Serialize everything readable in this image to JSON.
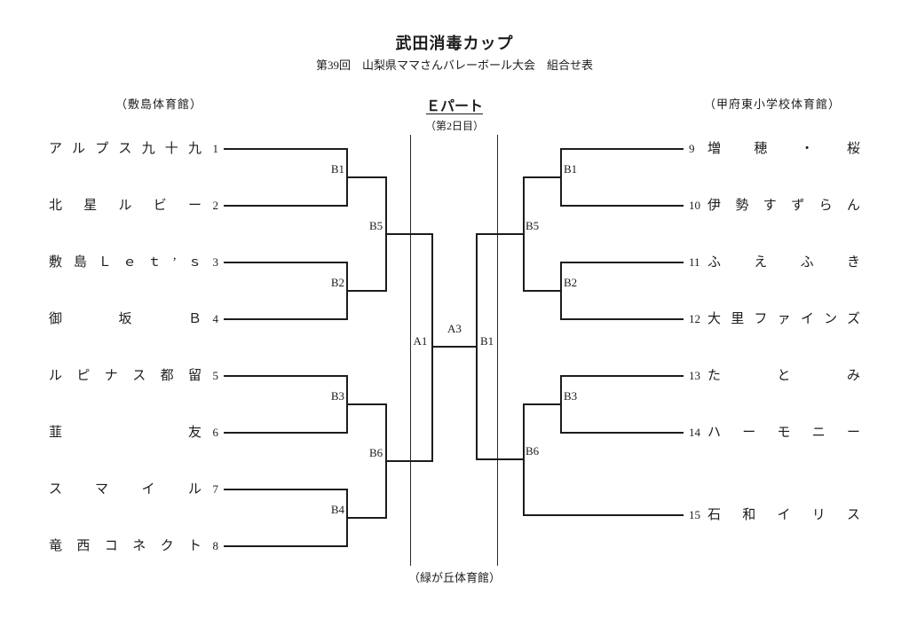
{
  "header": {
    "title": "武田消毒カップ",
    "subtitle": "第39回　山梨県ママさんバレーボール大会　組合せ表",
    "venue_left": "（敷島体育館）",
    "venue_right": "（甲府東小学校体育館）",
    "venue_bottom": "（緑が丘体育館）",
    "part_label": "Ｅパート",
    "day_label": "（第2日目）"
  },
  "teams_left": [
    {
      "seed": "1",
      "name": "アルプス九十九"
    },
    {
      "seed": "2",
      "name": "北星ルビー"
    },
    {
      "seed": "3",
      "name": "敷島Ｌｅｔ’ｓ"
    },
    {
      "seed": "4",
      "name": "御坂Ｂ"
    },
    {
      "seed": "5",
      "name": "ルピナス都留"
    },
    {
      "seed": "6",
      "name": "韮友"
    },
    {
      "seed": "7",
      "name": "スマイル"
    },
    {
      "seed": "8",
      "name": "竜西コネクト"
    }
  ],
  "teams_right": [
    {
      "seed": "9",
      "name": "増穂・桜"
    },
    {
      "seed": "10",
      "name": "伊勢すずらん"
    },
    {
      "seed": "11",
      "name": "ふえふき"
    },
    {
      "seed": "12",
      "name": "大里ファインズ"
    },
    {
      "seed": "13",
      "name": "たとみ"
    },
    {
      "seed": "14",
      "name": "ハーモニー"
    },
    {
      "seed": "15",
      "name": "石和イリス"
    }
  ],
  "labels": {
    "b1": "B1",
    "b2": "B2",
    "b3": "B3",
    "b4": "B4",
    "b5": "B5",
    "b6": "B6",
    "a1": "A1",
    "a3": "A3"
  }
}
